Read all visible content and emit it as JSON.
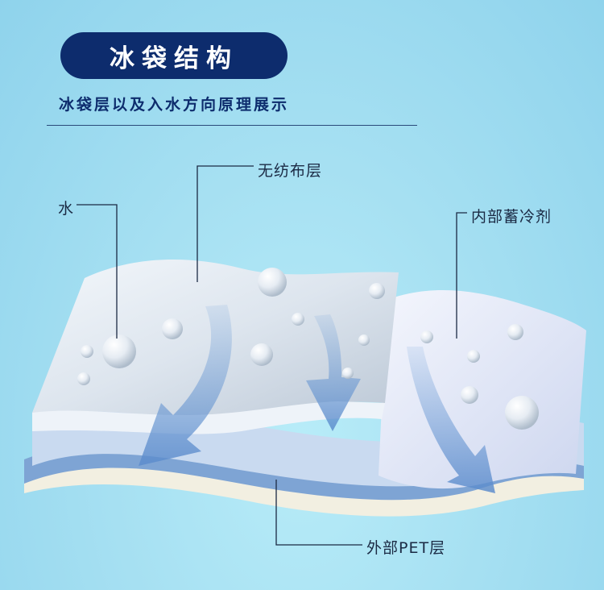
{
  "header": {
    "title": "冰袋结构",
    "subtitle": "冰袋层以及入水方向原理展示"
  },
  "labels": {
    "water": "水",
    "nonwoven": "无纺布层",
    "inner_coolant": "内部蓄冷剂",
    "outer_pet": "外部PET层"
  },
  "colors": {
    "title_bg": "#0d2c6d",
    "title_text": "#ffffff",
    "background": "#a6e0f2",
    "arrow": "#6f9fd8"
  }
}
